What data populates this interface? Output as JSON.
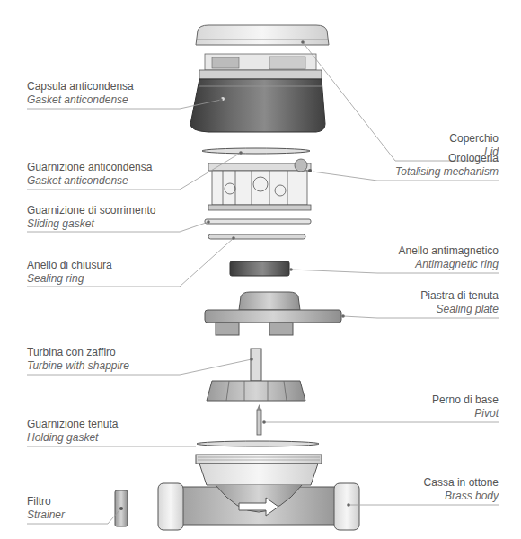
{
  "diagram": {
    "labels": [
      "Capsula anticondensa",
      "Gasket anticondense",
      "Guarnizione anticondensa",
      "Gasket anticondense",
      "Guarnizione di scorrimento",
      "Sliding gasket",
      "Anello di chiusura",
      "Sealing ring",
      "Turbina con zaffiro",
      "Turbine with shappire",
      "Guarnizione tenuta",
      "Holding gasket",
      "Filtro",
      "Strainer",
      "Coperchio",
      "Lid",
      "Orologeria",
      "Totalising mechanism",
      "Anello antimagnetico",
      "Antimagnetic ring",
      "Piastra di tenuta",
      "Sealing plate",
      "Perno di base",
      "Pivot",
      "Cassa in ottone",
      "Brass body"
    ]
  }
}
